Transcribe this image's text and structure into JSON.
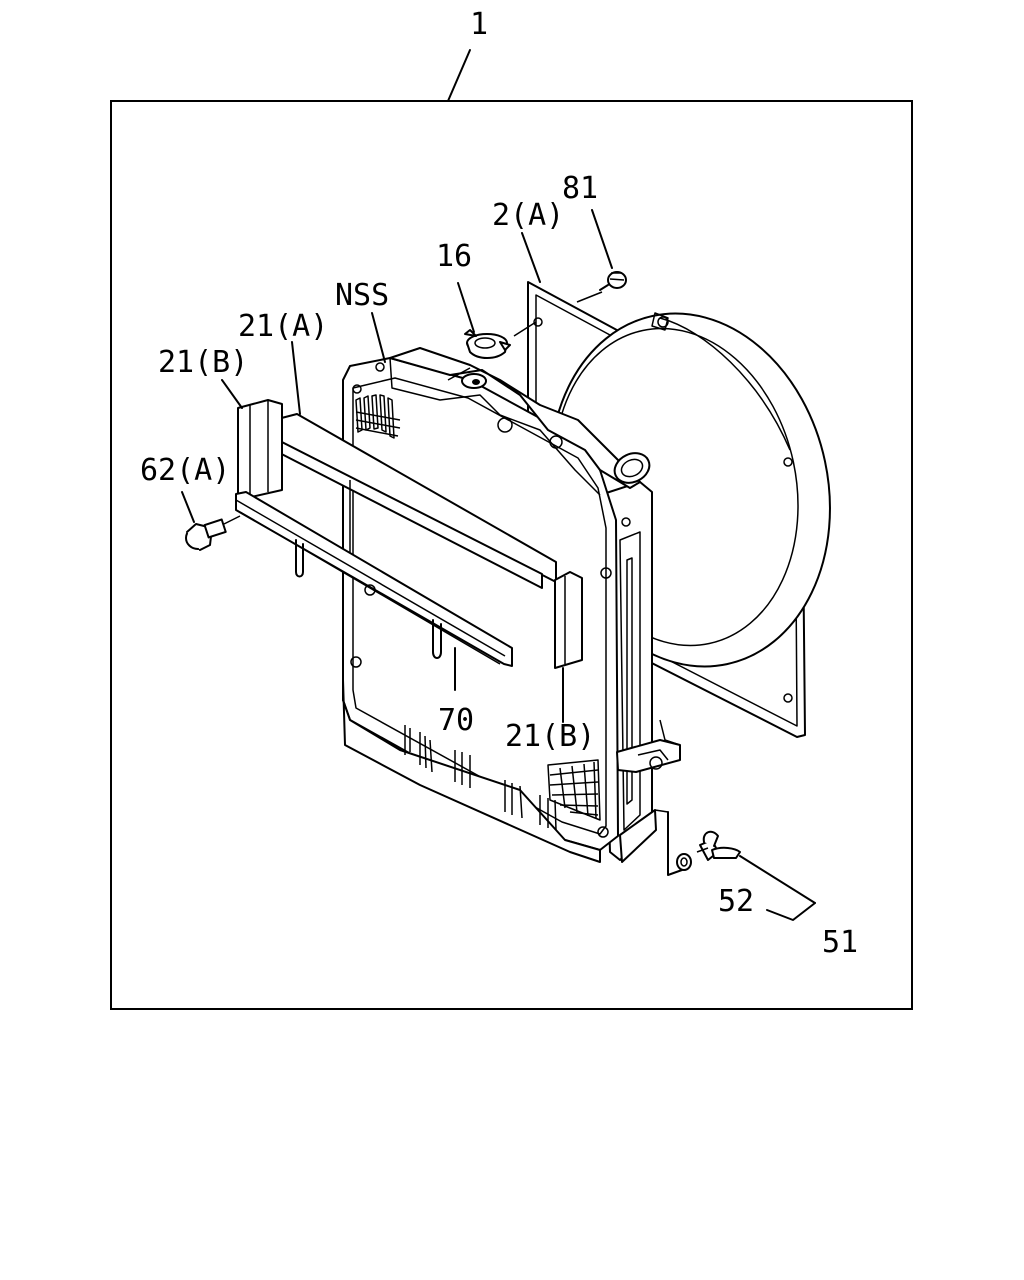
{
  "diagram": {
    "assembly_callout": "1",
    "callouts": {
      "c81": "81",
      "c2a": "2(A)",
      "c16": "16",
      "nss": "NSS",
      "c21a": "21(A)",
      "c21b_top": "21(B)",
      "c62a": "62(A)",
      "c70": "70",
      "c21b_bottom": "21(B)",
      "c52": "52",
      "c51": "51"
    }
  }
}
